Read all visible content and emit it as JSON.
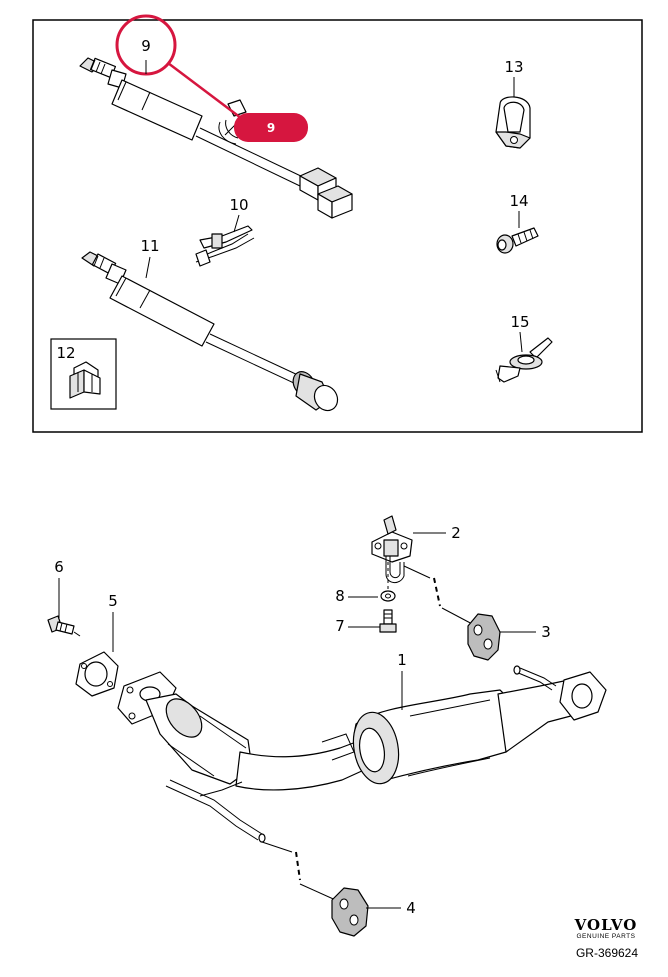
{
  "callouts": {
    "c1": "1",
    "c2": "2",
    "c3": "3",
    "c4": "4",
    "c5": "5",
    "c6": "6",
    "c7": "7",
    "c8": "8",
    "c9": "9",
    "c10": "10",
    "c11": "11",
    "c12": "12",
    "c13": "13",
    "c14": "14",
    "c15": "15"
  },
  "highlight": {
    "circle_label": "9",
    "badge_label": "9",
    "color": "#d6163f"
  },
  "brand": {
    "name": "VOLVO",
    "subtitle": "GENUINE PARTS",
    "reference": "GR-369624"
  }
}
